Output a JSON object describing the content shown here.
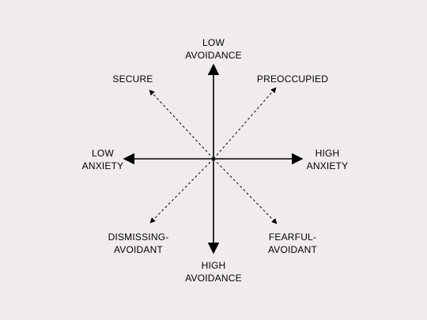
{
  "axes": {
    "low_avoidance": [
      "LOW",
      "AVOIDANCE"
    ],
    "high_avoidance": [
      "HIGH",
      "AVOIDANCE"
    ],
    "low_anxiety": [
      "LOW",
      "ANXIETY"
    ],
    "high_anxiety": [
      "HIGH",
      "ANXIETY"
    ]
  },
  "quadrants": {
    "secure": "SECURE",
    "preoccupied": "PREOCCUPIED",
    "dismissing_avoidant": [
      "DISMISSING-",
      "AVOIDANT"
    ],
    "fearful_avoidant": [
      "FEARFUL-",
      "AVOIDANT"
    ]
  },
  "colors": {
    "background": "#f1ecec",
    "ink": "#000000"
  }
}
